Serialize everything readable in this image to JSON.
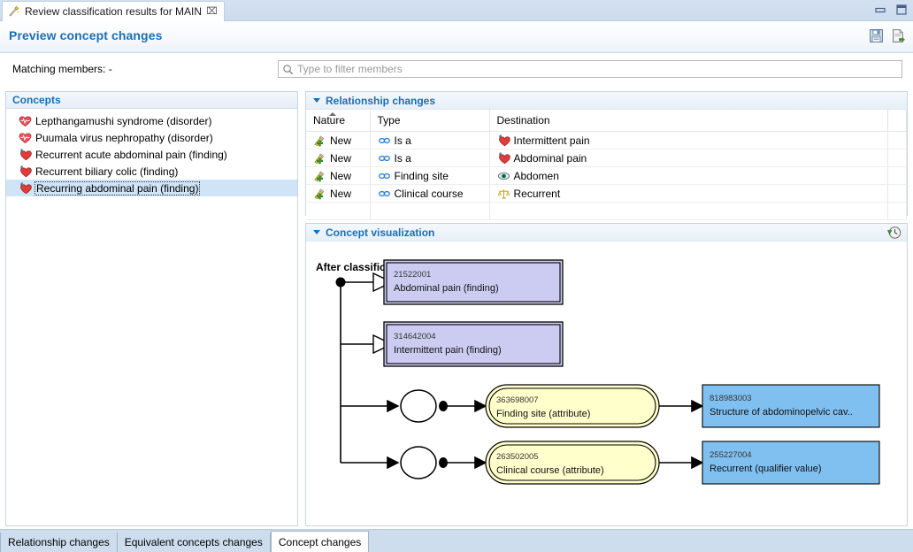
{
  "window": {
    "editor_tab": {
      "title": "Review classification results for MAIN",
      "icon": "wand-icon",
      "close": "⌧"
    },
    "controls": [
      {
        "name": "minimize-button",
        "icon": "minimize-icon"
      },
      {
        "name": "maximize-button",
        "icon": "maximize-icon"
      }
    ]
  },
  "form": {
    "title": "Preview concept changes",
    "tools": [
      {
        "name": "save-button",
        "icon": "floppy-disk-icon"
      },
      {
        "name": "export-button",
        "icon": "export-document-icon"
      }
    ]
  },
  "filter": {
    "matching_label": "Matching members: -",
    "placeholder": "Type to filter members",
    "value": "",
    "icon": "search-icon"
  },
  "concepts": {
    "header": "Concepts",
    "items": [
      {
        "label": "Lepthangamushi syndrome (disorder)",
        "icon": "disorder-heart-icon",
        "selected": false
      },
      {
        "label": "Puumala virus nephropathy (disorder)",
        "icon": "disorder-heart-icon",
        "selected": false
      },
      {
        "label": "Recurrent acute abdominal pain (finding)",
        "icon": "finding-heart-icon",
        "selected": false
      },
      {
        "label": "Recurrent biliary colic (finding)",
        "icon": "finding-heart-icon",
        "selected": false
      },
      {
        "label": "Recurring abdominal pain (finding)",
        "icon": "finding-heart-icon",
        "selected": true
      }
    ]
  },
  "relationship_changes": {
    "title": "Relationship changes",
    "columns": [
      "Nature",
      "Type",
      "Destination"
    ],
    "sorted_column": "Nature",
    "rows": [
      {
        "nature": "New",
        "nature_icon": "new-relationship-icon",
        "type": "Is a",
        "type_icon": "relationship-link-icon",
        "destination": "Intermittent pain",
        "destination_icon": "finding-heart-icon"
      },
      {
        "nature": "New",
        "nature_icon": "new-relationship-icon",
        "type": "Is a",
        "type_icon": "relationship-link-icon",
        "destination": "Abdominal pain",
        "destination_icon": "finding-heart-icon"
      },
      {
        "nature": "New",
        "nature_icon": "new-relationship-icon",
        "type": "Finding site",
        "type_icon": "relationship-link-icon",
        "destination": "Abdomen",
        "destination_icon": "body-structure-icon"
      },
      {
        "nature": "New",
        "nature_icon": "new-relationship-icon",
        "type": "Clinical course",
        "type_icon": "relationship-link-icon",
        "destination": "Recurrent",
        "destination_icon": "qualifier-scales-icon"
      }
    ]
  },
  "concept_visualization": {
    "title": "Concept visualization",
    "tool": {
      "name": "history-clock-button",
      "icon": "clock-refresh-icon"
    },
    "caption": "After classification",
    "nodes": [
      {
        "kind": "isa",
        "id": "21522001",
        "label": "Abdominal pain (finding)"
      },
      {
        "kind": "isa",
        "id": "314642004",
        "label": "Intermittent pain (finding)"
      },
      {
        "kind": "attribute",
        "id": "363698007",
        "label": "Finding site (attribute)"
      },
      {
        "kind": "value",
        "id": "818983003",
        "label": "Structure of abdominopelvic cav.."
      },
      {
        "kind": "attribute",
        "id": "263502005",
        "label": "Clinical course (attribute)"
      },
      {
        "kind": "value",
        "id": "255227004",
        "label": "Recurrent (qualifier value)"
      }
    ],
    "colors": {
      "isa_fill": "#ccccf2",
      "attribute_fill": "#ffffcc",
      "value_fill": "#80c0f0",
      "stroke": "#000000"
    }
  },
  "bottom_tabs": {
    "items": [
      {
        "label": "Relationship changes",
        "active": false
      },
      {
        "label": "Equivalent concepts changes",
        "active": false
      },
      {
        "label": "Concept changes",
        "active": true
      }
    ]
  }
}
